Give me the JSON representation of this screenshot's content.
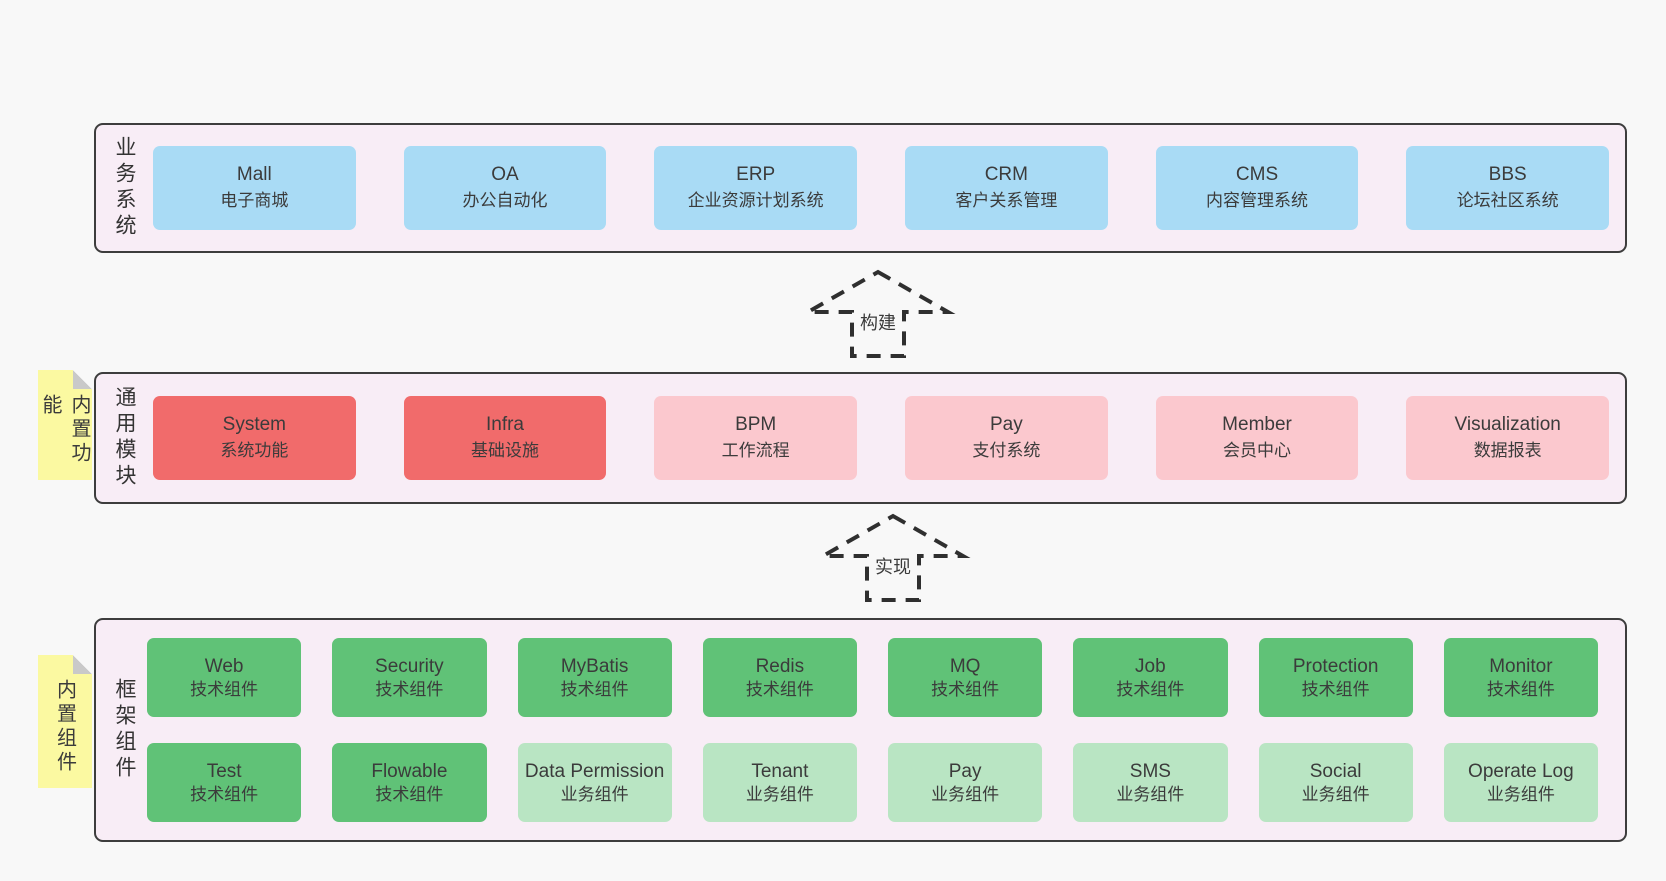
{
  "business": {
    "row_label": "业务系统",
    "boxes": [
      {
        "name": "Mall",
        "subtitle": "电子商城",
        "type": "blue"
      },
      {
        "name": "OA",
        "subtitle": "办公自动化",
        "type": "blue"
      },
      {
        "name": "ERP",
        "subtitle": "企业资源计划系统",
        "type": "blue"
      },
      {
        "name": "CRM",
        "subtitle": "客户关系管理",
        "type": "blue"
      },
      {
        "name": "CMS",
        "subtitle": "内容管理系统",
        "type": "blue"
      },
      {
        "name": "BBS",
        "subtitle": "论坛社区系统",
        "type": "blue"
      }
    ]
  },
  "arrows": [
    {
      "label": "构建"
    },
    {
      "label": "实现"
    }
  ],
  "modules": {
    "row_label": "通用模块",
    "sticky_note": "内置功能",
    "boxes": [
      {
        "name": "System",
        "subtitle": "系统功能",
        "type": "red"
      },
      {
        "name": "Infra",
        "subtitle": "基础设施",
        "type": "red"
      },
      {
        "name": "BPM",
        "subtitle": "工作流程",
        "type": "pink"
      },
      {
        "name": "Pay",
        "subtitle": "支付系统",
        "type": "pink"
      },
      {
        "name": "Member",
        "subtitle": "会员中心",
        "type": "pink"
      },
      {
        "name": "Visualization",
        "subtitle": "数据报表",
        "type": "pink"
      }
    ]
  },
  "components": {
    "row_label": "框架组件",
    "sticky_note": "内置组件",
    "row1": [
      {
        "name": "Web",
        "subtitle": "技术组件",
        "type": "green"
      },
      {
        "name": "Security",
        "subtitle": "技术组件",
        "type": "green"
      },
      {
        "name": "MyBatis",
        "subtitle": "技术组件",
        "type": "green"
      },
      {
        "name": "Redis",
        "subtitle": "技术组件",
        "type": "green"
      },
      {
        "name": "MQ",
        "subtitle": "技术组件",
        "type": "green"
      },
      {
        "name": "Job",
        "subtitle": "技术组件",
        "type": "green"
      },
      {
        "name": "Protection",
        "subtitle": "技术组件",
        "type": "green"
      },
      {
        "name": "Monitor",
        "subtitle": "技术组件",
        "type": "green"
      }
    ],
    "row2": [
      {
        "name": "Test",
        "subtitle": "技术组件",
        "type": "green"
      },
      {
        "name": "Flowable",
        "subtitle": "技术组件",
        "type": "green"
      },
      {
        "name": "Data Permission",
        "subtitle": "业务组件",
        "type": "green-light"
      },
      {
        "name": "Tenant",
        "subtitle": "业务组件",
        "type": "green-light"
      },
      {
        "name": "Pay",
        "subtitle": "业务组件",
        "type": "green-light"
      },
      {
        "name": "SMS",
        "subtitle": "业务组件",
        "type": "green-light"
      },
      {
        "name": "Social",
        "subtitle": "业务组件",
        "type": "green-light"
      },
      {
        "name": "Operate Log",
        "subtitle": "业务组件",
        "type": "green-light"
      }
    ]
  },
  "colors": {
    "page_background": "#f8f8f8",
    "panel_fill": "#f8edf6",
    "panel_border": "#3d3d3d",
    "blue_box": "#a9dbf5",
    "red_box": "#f16b6b",
    "pink_box": "#fbc8ce",
    "green_box": "#60c277",
    "light_green_box": "#b9e5c3",
    "sticky_yellow": "#fbf9a1",
    "sticky_fold": "#c9c9c9",
    "text": "#3b3b3b"
  }
}
